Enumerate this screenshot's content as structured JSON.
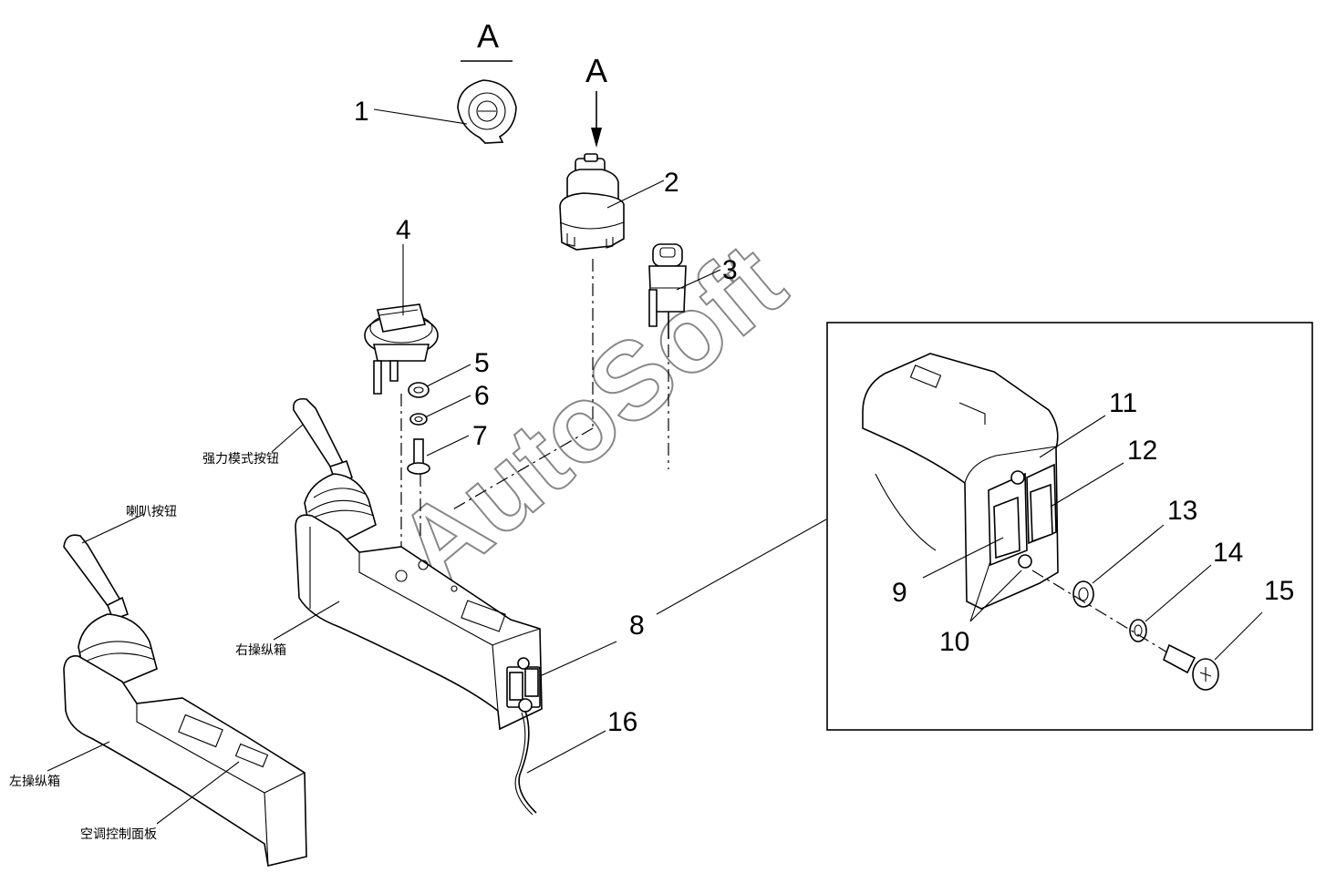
{
  "view_labels": {
    "view_a_top": "A",
    "view_a_arrow": "A"
  },
  "part_numbers": [
    "1",
    "2",
    "3",
    "4",
    "5",
    "6",
    "7",
    "8",
    "9",
    "10",
    "11",
    "12",
    "13",
    "14",
    "15",
    "16"
  ],
  "labels": {
    "power_mode_button": "强力模式按钮",
    "horn_button": "喇叭按钮",
    "right_control_box": "右操纵箱",
    "left_control_box": "左操纵箱",
    "ac_control_panel": "空调控制面板"
  },
  "watermark": "AutoSoft"
}
